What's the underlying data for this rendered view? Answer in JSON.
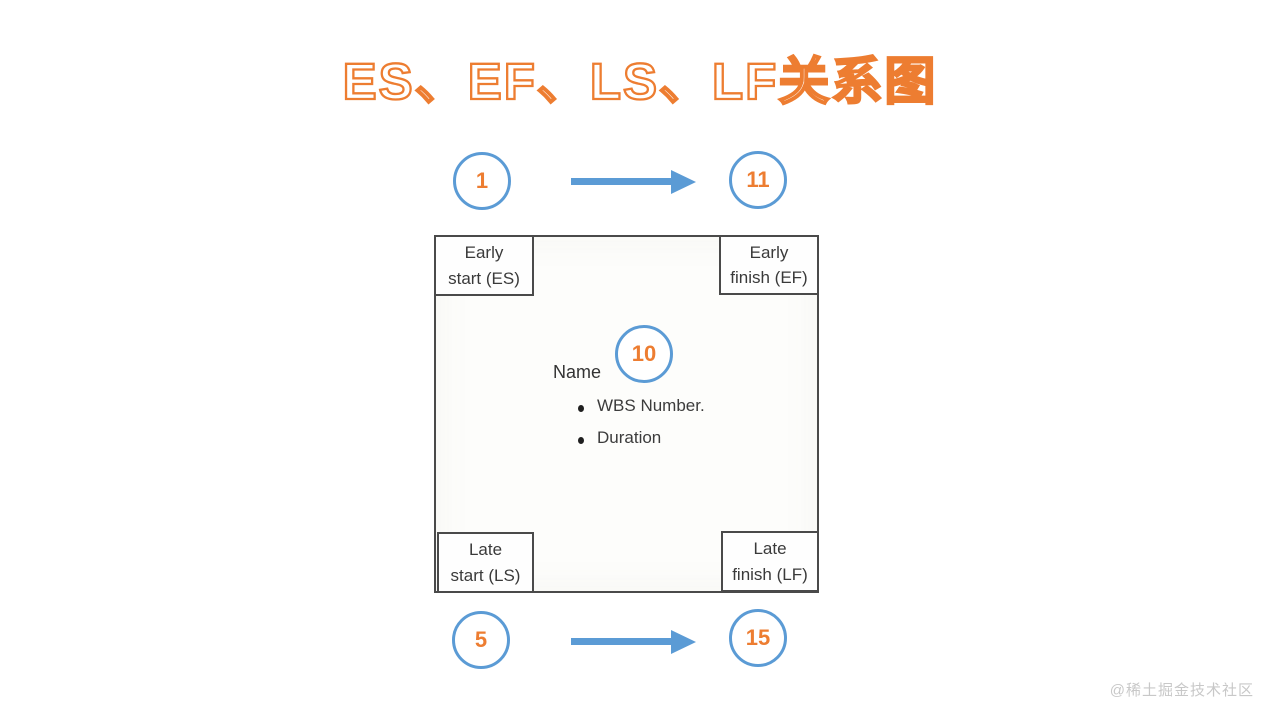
{
  "title": "ES、EF、LS、LF关系图",
  "watermark": "@稀土掘金技术社区",
  "colors": {
    "accent_blue": "#5B9BD5",
    "accent_orange": "#ED7D31",
    "box_border": "#4a4a4a"
  },
  "diagram": {
    "nodes": {
      "es_value": "1",
      "ef_value": "11",
      "duration_value": "10",
      "ls_value": "5",
      "lf_value": "15"
    },
    "corner_boxes": {
      "es": {
        "line1": "Early",
        "line2": "start (ES)"
      },
      "ef": {
        "line1": "Early",
        "line2": "finish (EF)"
      },
      "ls": {
        "line1": "Late",
        "line2": "start (LS)"
      },
      "lf": {
        "line1": "Late",
        "line2": "finish (LF)"
      }
    },
    "center": {
      "name_label": "Name",
      "bullets": [
        "WBS Number.",
        "Duration"
      ]
    }
  }
}
